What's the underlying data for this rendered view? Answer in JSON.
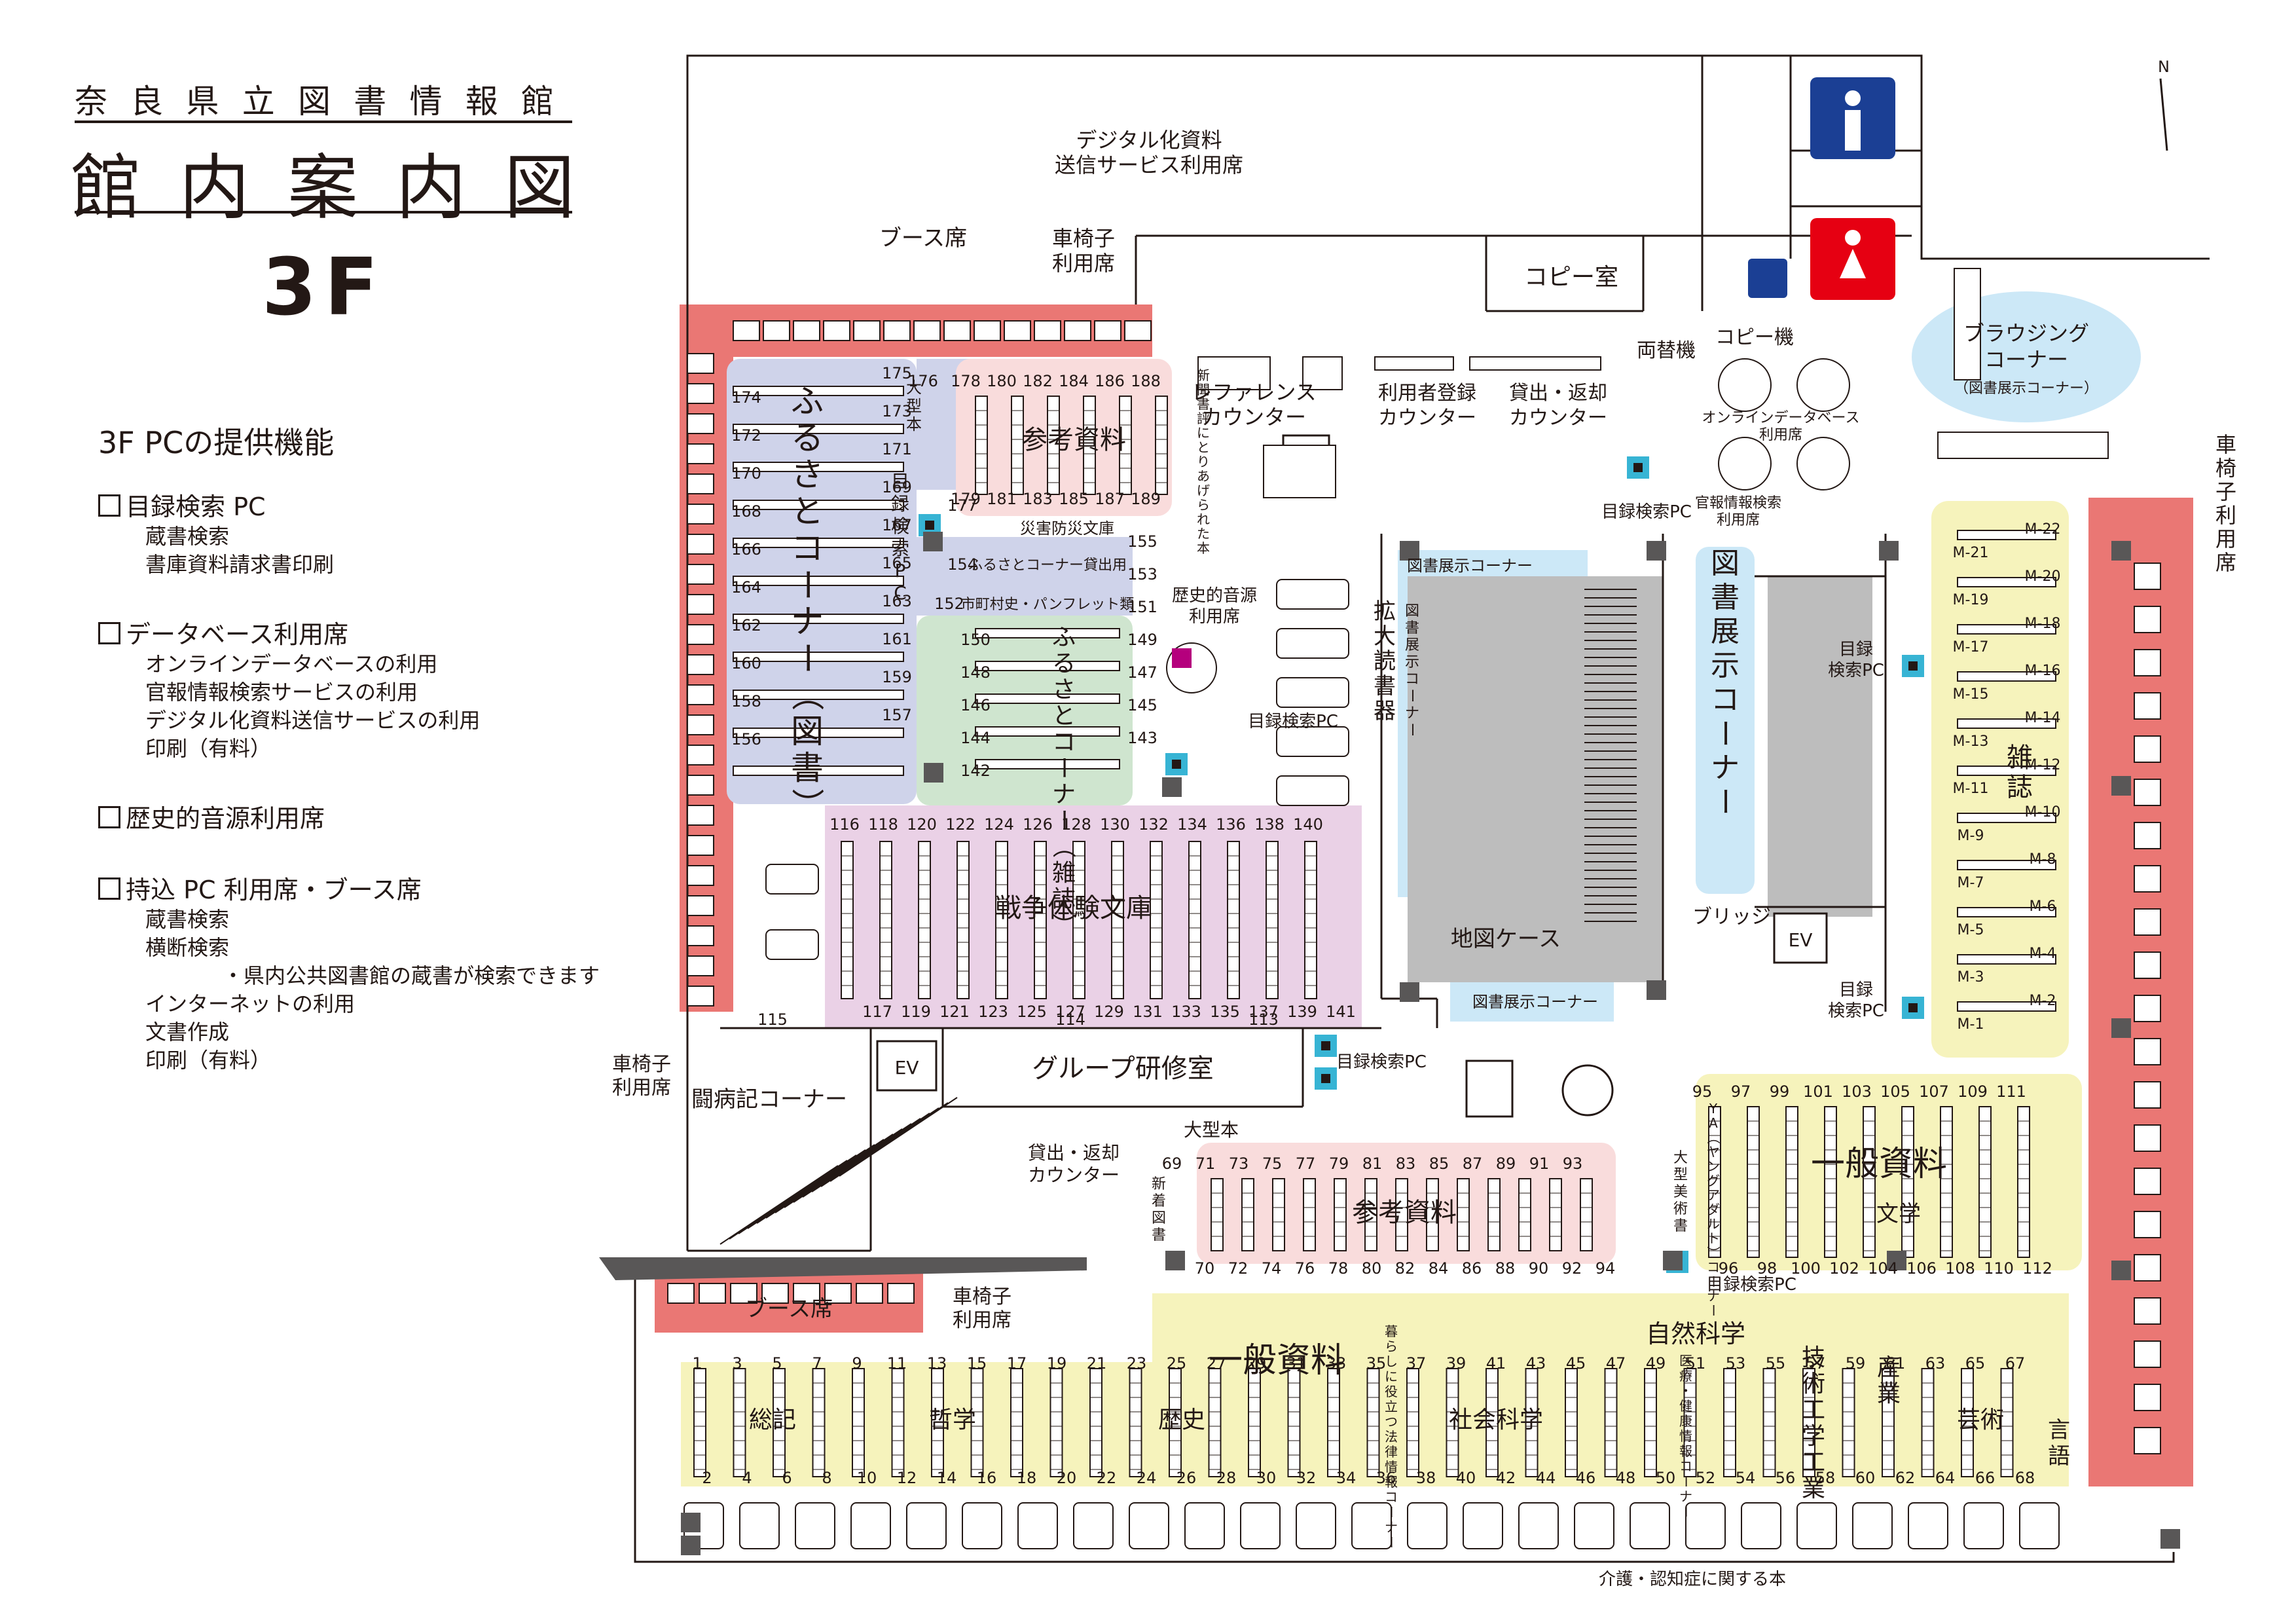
{
  "header": {
    "library_name": "奈良県立図書情報館",
    "map_title": "館内案内図",
    "floor": "3F"
  },
  "features": {
    "title": "3F PCの提供機能",
    "categories": [
      {
        "label": "目録検索 PC",
        "items": [
          "蔵書検索",
          "書庫資料請求書印刷"
        ]
      },
      {
        "label": "データベース利用席",
        "items": [
          "オンラインデータベースの利用",
          "官報情報検索サービスの利用",
          "デジタル化資料送信サービスの利用",
          "印刷（有料）"
        ]
      },
      {
        "label": "歴史的音源利用席",
        "items": []
      },
      {
        "label": "持込 PC 利用席・ブース席",
        "items": [
          "蔵書検索",
          "横断検索",
          "・県内公共図書館の蔵書が検索できます",
          "インターネットの利用",
          "文書作成",
          "印刷（有料）"
        ]
      }
    ]
  },
  "map": {
    "compass": "N",
    "labels": {
      "digital_seat": [
        "デジタル化資料",
        "送信サービス利用席"
      ],
      "booth_top": "ブース席",
      "wheelchair_top": [
        "車椅子",
        "利用席"
      ],
      "copy_room": "コピー室",
      "exchange": "両替機",
      "copier": "コピー機",
      "reference_counter": [
        "レファレンス",
        "カウンター"
      ],
      "registration_counter": [
        "利用者登録",
        "カウンター"
      ],
      "lending_counter_top": [
        "貸出・返却",
        "カウンター"
      ],
      "browsing": [
        "ブラウジング",
        "コーナー",
        "（図書展示コーナー）"
      ],
      "online_db": [
        "オンラインデータベース",
        "利用席"
      ],
      "gazette": [
        "官報情報検索",
        "利用席"
      ],
      "opac": "目録検索PC",
      "opac_split": [
        "目録",
        "検索PC"
      ],
      "opac_vertical": "目録検索PC",
      "wheelchair_right": "車椅子利用席",
      "furusato_books": "ふるさとコーナー（図書）",
      "large_books": "大型本",
      "reference_top": "参考資料",
      "new_reviews": "新聞書評にとりあげられた本",
      "disaster": "災害防災文庫",
      "furusato_lending": "ふるさとコーナー貸出用",
      "pamphlet": "市町村史・パンフレット類",
      "historic_audio": [
        "歴史的音源",
        "利用席"
      ],
      "furusato_magazine": "ふるさとコーナー（雑誌）",
      "magnifier": "拡大読書器",
      "exhibit_corner": "図書展示コーナー",
      "exhibit_vertical": "図書展示コーナー",
      "exhibit_big": "図書展示コーナー",
      "map_case": "地図ケース",
      "bridge": "ブリッジ",
      "elevator": "EV",
      "war_library": "戦争体験文庫",
      "group_room": "グループ研修室",
      "illness_corner": "闘病記コーナー",
      "wheelchair_left": [
        "車椅子",
        "利用席"
      ],
      "lending_counter_bottom": [
        "貸出・返却",
        "カウンター"
      ],
      "large_books_2": "大型本",
      "new_books": "新着図書",
      "reference_bottom": "参考資料",
      "large_art": "大型美術書",
      "ya": "YA（ヤングアダルト）コーナー",
      "general_right": "一般資料",
      "literature": "文学",
      "magazines": "雑誌",
      "booth_bottom": "ブース席",
      "wheelchair_bottom": [
        "車椅子",
        "利用席"
      ],
      "general_bottom": "一般資料",
      "natural_science": "自然科学",
      "daily_life": "暮らしに役立つ法律情報コーナー",
      "medical": "医療・健康情報コーナー",
      "care": "介護・認知症に関する本",
      "soki": "総記",
      "philosophy": "哲学",
      "history": "歴史",
      "social": "社会科学",
      "tech": "技術工学工業",
      "industry": "産業",
      "art": "芸術",
      "language": "言語"
    },
    "shelf_numbers": {
      "furusato_left": [
        "174",
        "172",
        "170",
        "168",
        "166",
        "164",
        "162",
        "160",
        "158",
        "156"
      ],
      "furusato_right": [
        "175",
        "173",
        "171",
        "169",
        "167",
        "165",
        "163",
        "161",
        "159",
        "157"
      ],
      "ref_top_upper": [
        "178",
        "180",
        "182",
        "184",
        "186",
        "188"
      ],
      "ref_top_lower": [
        "179",
        "181",
        "183",
        "185",
        "187",
        "189"
      ],
      "mag_left": [
        "150",
        "148",
        "146",
        "144",
        "142"
      ],
      "mag_right": [
        "155",
        "153",
        "151",
        "149",
        "147",
        "145",
        "143"
      ],
      "misc": [
        "176",
        "177",
        "154",
        "152"
      ],
      "war_upper": [
        "116",
        "118",
        "120",
        "122",
        "124",
        "126",
        "128",
        "130",
        "132",
        "134",
        "136",
        "138",
        "140"
      ],
      "war_lower": [
        "117",
        "119",
        "121",
        "123",
        "125",
        "127",
        "129",
        "131",
        "133",
        "135",
        "137",
        "139",
        "141"
      ],
      "corridor": [
        "115",
        "114",
        "113"
      ],
      "ref_bottom_upper": [
        "69",
        "71",
        "73",
        "75",
        "77",
        "79",
        "81",
        "83",
        "85",
        "87",
        "89",
        "91",
        "93"
      ],
      "ref_bottom_lower": [
        "70",
        "72",
        "74",
        "76",
        "78",
        "80",
        "82",
        "84",
        "86",
        "88",
        "90",
        "92",
        "94"
      ],
      "lit_upper": [
        "95",
        "97",
        "99",
        "101",
        "103",
        "105",
        "107",
        "109",
        "111"
      ],
      "lit_lower": [
        "96",
        "98",
        "100",
        "102",
        "104",
        "106",
        "108",
        "110",
        "112"
      ],
      "mag_m": [
        "M-22",
        "M-21",
        "M-20",
        "M-19",
        "M-18",
        "M-17",
        "M-16",
        "M-15",
        "M-14",
        "M-13",
        "M-12",
        "M-11",
        "M-10",
        "M-9",
        "M-8",
        "M-7",
        "M-6",
        "M-5",
        "M-4",
        "M-3",
        "M-2",
        "M-1"
      ],
      "bottom_upper": [
        "1",
        "3",
        "5",
        "7",
        "9",
        "11",
        "13",
        "15",
        "17",
        "19",
        "21",
        "23",
        "25",
        "27",
        "29",
        "31",
        "33",
        "35",
        "37",
        "39",
        "41",
        "43",
        "45",
        "47",
        "49",
        "51",
        "53",
        "55",
        "57",
        "59",
        "61",
        "63",
        "65",
        "67"
      ],
      "bottom_lower": [
        "2",
        "4",
        "6",
        "8",
        "10",
        "12",
        "14",
        "16",
        "18",
        "20",
        "22",
        "24",
        "26",
        "28",
        "30",
        "32",
        "34",
        "36",
        "38",
        "40",
        "42",
        "44",
        "46",
        "48",
        "50",
        "52",
        "54",
        "56",
        "58",
        "60",
        "62",
        "64",
        "66",
        "68"
      ]
    }
  },
  "colors": {
    "booth_red": "#ea7774",
    "furusato_blue": "#cfd3ea",
    "reference_pink": "#f9dcdc",
    "magazine_green": "#cfe5cf",
    "war_purple": "#ead1e6",
    "general_yellow": "#f6f3bc",
    "exhibit_blue": "#cce8f7",
    "ramp_gray": "#bdbdbd",
    "pc_cyan": "#37b4d4",
    "toilet_blue": "#1b3f94",
    "toilet_red": "#e60012"
  }
}
